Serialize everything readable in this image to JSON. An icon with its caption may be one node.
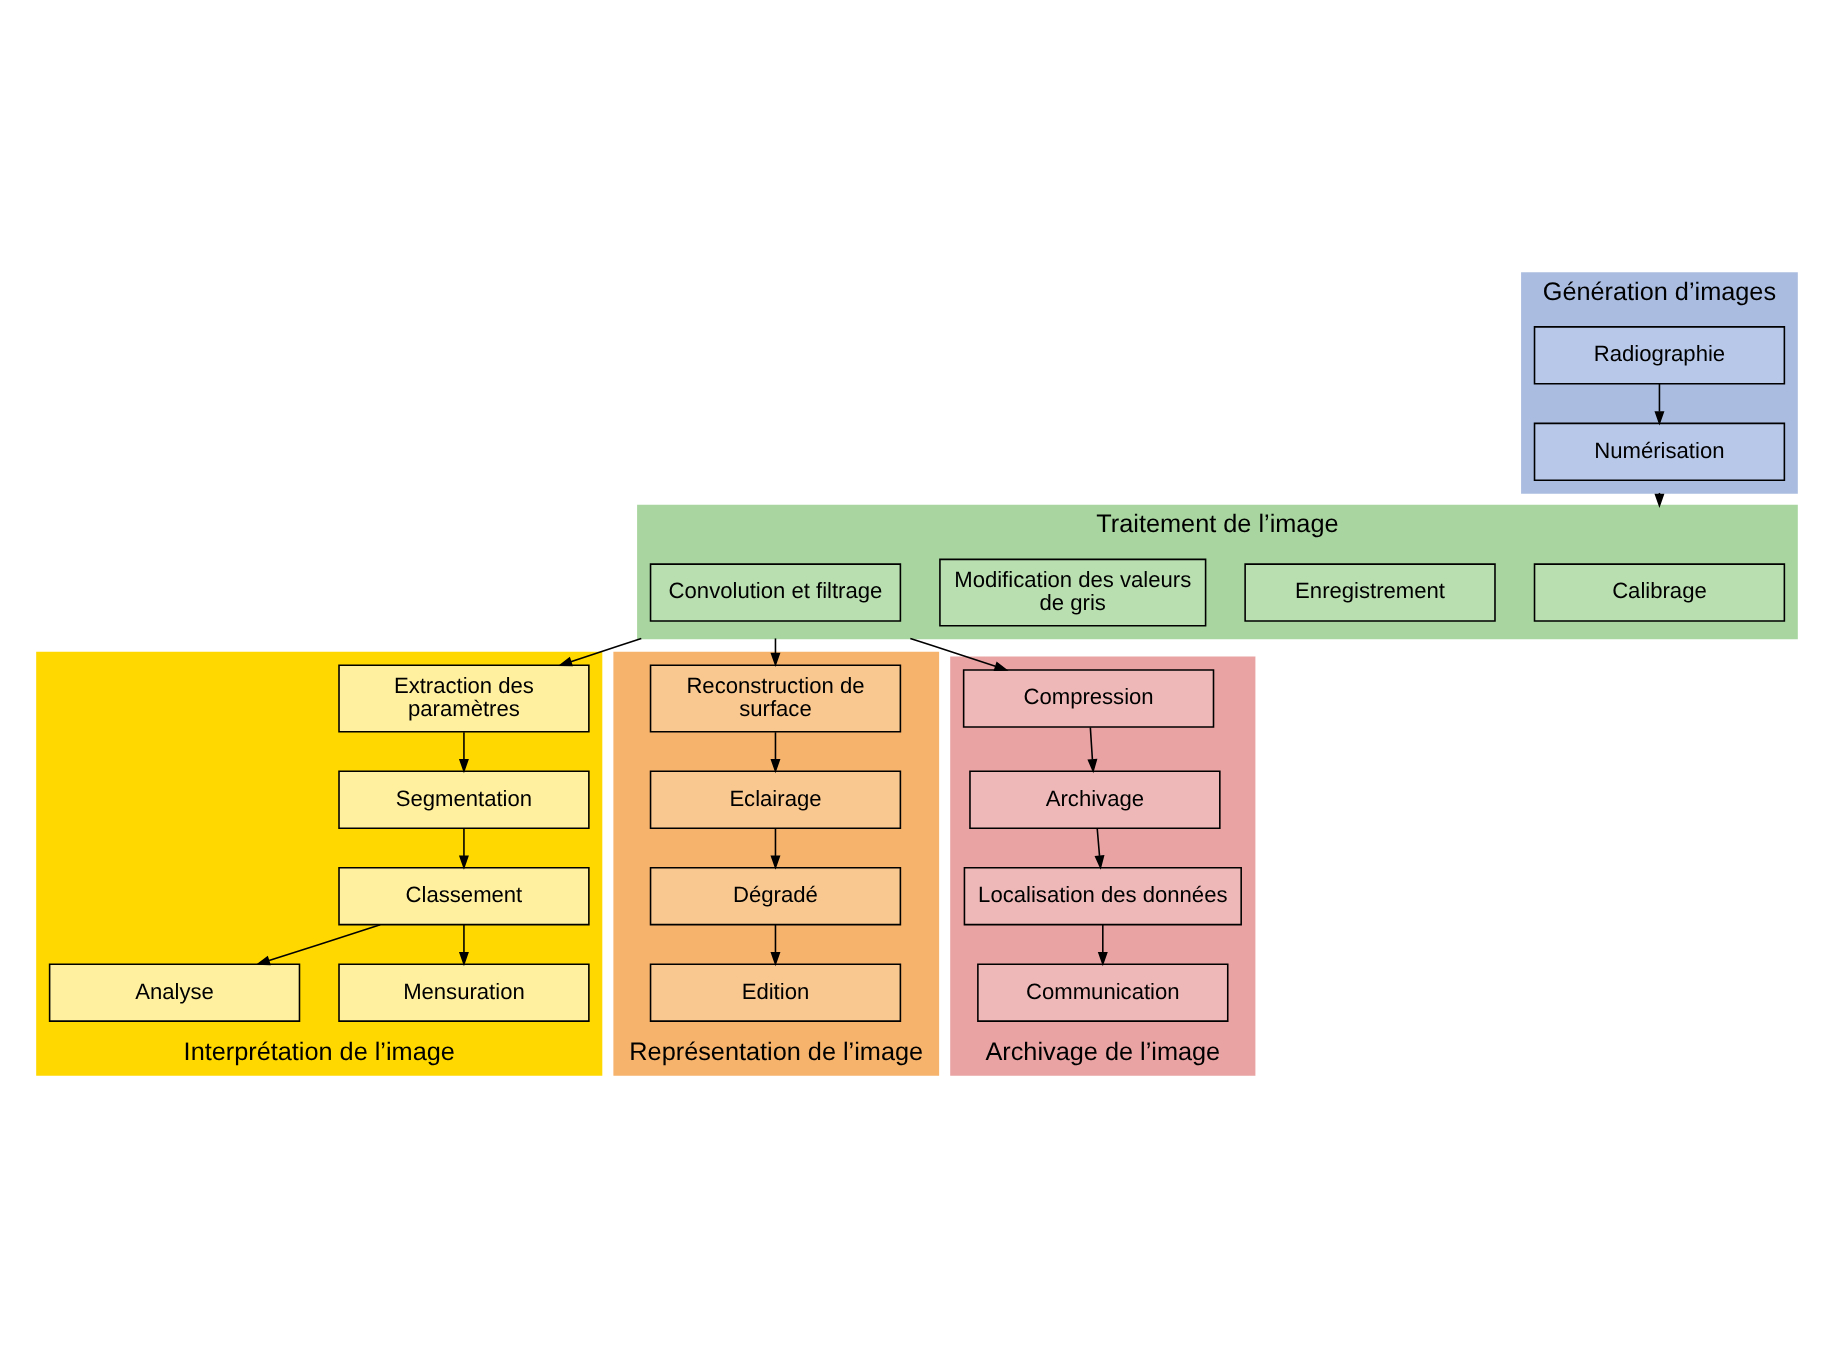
{
  "diagram": {
    "nodes": [
      {
        "text": [
          "Génération d’images"
        ]
      },
      {
        "text": [
          "Radiographie"
        ],
        "in": 0
      },
      {
        "text": [
          "Numérisation"
        ],
        "in": 0
      },
      {
        "text": [
          "Traitement de l’image"
        ]
      },
      {
        "text": [
          "Calibrage"
        ],
        "in": 3
      },
      {
        "text": [
          "Enregistrement"
        ],
        "in": 3
      },
      {
        "text": [
          "Modification des valeurs de gris"
        ],
        "in": 3
      },
      {
        "text": [
          "Convolution et filtrage"
        ],
        "in": 3
      },
      {
        "text": [
          "Interprétation de l’image"
        ]
      },
      {
        "text": [
          "Extraction des paramètres"
        ],
        "in": 8
      },
      {
        "text": [
          "Segmentation"
        ],
        "in": 8
      },
      {
        "text": [
          "Classement"
        ],
        "in": 8
      },
      {
        "text": [
          "Analyse"
        ],
        "in": 8
      },
      {
        "text": [
          "Mensuration"
        ],
        "in": 8
      },
      {
        "text": [
          "Représentation de l’image"
        ]
      },
      {
        "text": [
          "Reconstruction de surface"
        ],
        "in": 14
      },
      {
        "text": [
          "Eclairage"
        ],
        "in": 14
      },
      {
        "text": [
          "Dégradé"
        ],
        "in": 14
      },
      {
        "text": [
          "Edition"
        ],
        "in": 14
      },
      {
        "text": [
          "Archivage de l’image"
        ]
      },
      {
        "text": [
          "Compression"
        ],
        "in": 19
      },
      {
        "text": [
          "Archivage"
        ],
        "in": 19
      },
      {
        "text": [
          "Localisation des données"
        ],
        "in": 19
      },
      {
        "text": [
          "Communication"
        ],
        "in": 19
      }
    ],
    "edges": [
      {
        "from": 1,
        "to": 2,
        "arrow": "to"
      },
      {
        "from": 0,
        "to": 3,
        "arrow": "to"
      },
      {
        "from": 3,
        "to": 9,
        "arrow": "to"
      },
      {
        "from": 3,
        "to": 15,
        "arrow": "to"
      },
      {
        "from": 3,
        "to": 20,
        "arrow": "to"
      },
      {
        "from": 9,
        "to": 10,
        "arrow": "to"
      },
      {
        "from": 10,
        "to": 11,
        "arrow": "to"
      },
      {
        "from": 11,
        "to": 12,
        "arrow": "to"
      },
      {
        "from": 11,
        "to": 13,
        "arrow": "to"
      },
      {
        "from": 15,
        "to": 16,
        "arrow": "to"
      },
      {
        "from": 16,
        "to": 17,
        "arrow": "to"
      },
      {
        "from": 17,
        "to": 18,
        "arrow": "to"
      },
      {
        "from": 20,
        "to": 21,
        "arrow": "to"
      },
      {
        "from": 21,
        "to": 22,
        "arrow": "to"
      },
      {
        "from": 22,
        "to": 23,
        "arrow": "to"
      }
    ]
  }
}
